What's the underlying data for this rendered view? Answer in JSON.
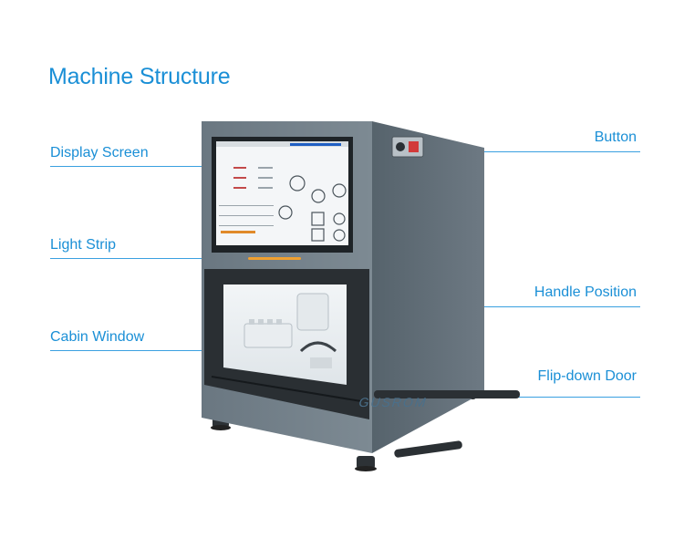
{
  "title": "Machine Structure",
  "labels": {
    "display_screen": "Display Screen",
    "light_strip": "Light Strip",
    "cabin_window": "Cabin Window",
    "button": "Button",
    "handle_position": "Handle Position",
    "flip_down_door": "Flip-down Door"
  },
  "brand": "GUSROM",
  "colors": {
    "accent": "#1a8fd6",
    "body": "#6f7c86",
    "light_strip": "#f0a030"
  }
}
